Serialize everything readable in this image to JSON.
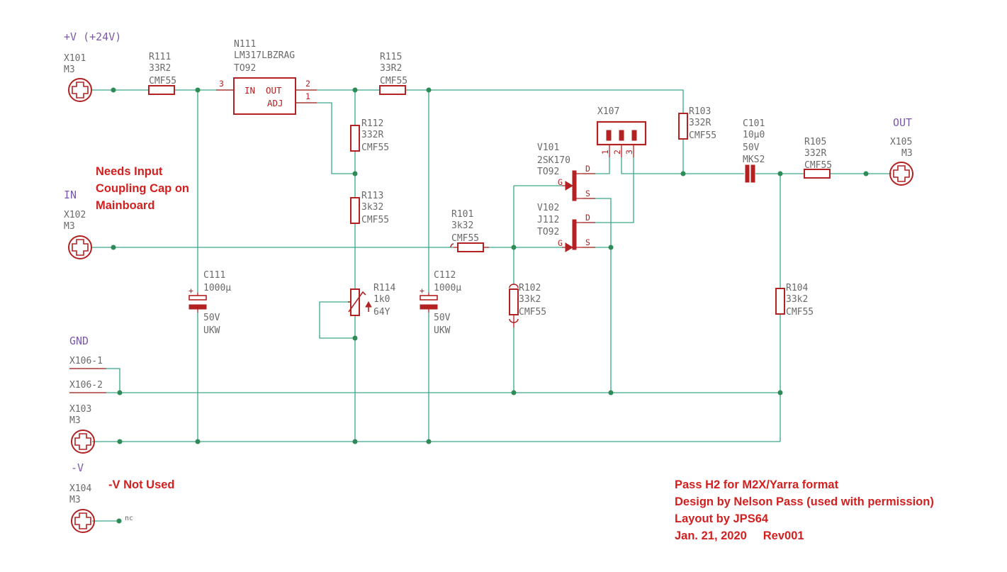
{
  "net_labels": {
    "vplus": "+V (+24V)",
    "in": "IN",
    "gnd": "GND",
    "vminus": "-V",
    "out": "OUT"
  },
  "connectors": {
    "x101": {
      "ref": "X101",
      "value": "M3"
    },
    "x102": {
      "ref": "X102",
      "value": "M3"
    },
    "x103": {
      "ref": "X103",
      "value": "M3"
    },
    "x104": {
      "ref": "X104",
      "value": "M3"
    },
    "x105": {
      "ref": "X105",
      "value": "M3"
    },
    "x106_1": "X106-1",
    "x106_2": "X106-2",
    "x107": "X107",
    "x107_pins": [
      "1",
      "2",
      "3"
    ]
  },
  "regulator": {
    "ref": "N111",
    "value": "LM317LBZRAG",
    "package": "TO92",
    "in_label": "IN",
    "out_label": "OUT",
    "adj_label": "ADJ",
    "pin_in": "3",
    "pin_out": "2",
    "pin_adj": "1"
  },
  "resistors": {
    "r111": {
      "ref": "R111",
      "value": "33R2",
      "type": "CMF55"
    },
    "r115": {
      "ref": "R115",
      "value": "33R2",
      "type": "CMF55"
    },
    "r112": {
      "ref": "R112",
      "value": "332R",
      "type": "CMF55"
    },
    "r113": {
      "ref": "R113",
      "value": "3k32",
      "type": "CMF55"
    },
    "r114": {
      "ref": "R114",
      "value": "1k0",
      "type": "64Y"
    },
    "r101": {
      "ref": "R101",
      "value": "3k32",
      "type": "CMF55"
    },
    "r102": {
      "ref": "R102",
      "value": "33k2",
      "type": "CMF55"
    },
    "r103": {
      "ref": "R103",
      "value": "332R",
      "type": "CMF55"
    },
    "r104": {
      "ref": "R104",
      "value": "33k2",
      "type": "CMF55"
    },
    "r105": {
      "ref": "R105",
      "value": "332R",
      "type": "CMF55"
    }
  },
  "capacitors": {
    "c111": {
      "ref": "C111",
      "value": "1000µ",
      "voltage": "50V",
      "type": "UKW"
    },
    "c112": {
      "ref": "C112",
      "value": "1000µ",
      "voltage": "50V",
      "type": "UKW"
    },
    "c101": {
      "ref": "C101",
      "value": "10µ0",
      "voltage": "50V",
      "type": "MKS2"
    }
  },
  "transistors": {
    "v101": {
      "ref": "V101",
      "value": "2SK170",
      "package": "TO92"
    },
    "v102": {
      "ref": "V102",
      "value": "J112",
      "package": "TO92"
    },
    "pin_d": "D",
    "pin_g": "G",
    "pin_s": "S"
  },
  "nc_label": "nc",
  "notes": {
    "input_cap": [
      "Needs Input",
      "Coupling Cap on",
      "Mainboard"
    ],
    "v_not_used": "-V Not Used",
    "credits": [
      "Pass H2 for M2X/Yarra format",
      "Design by Nelson Pass (used with permission)",
      "Layout by JPS64",
      "Jan. 21, 2020     Rev001"
    ]
  },
  "colors": {
    "wire": "#3aa889",
    "part": "#b22222",
    "note": "#d21f1f",
    "net_label": "#7b5aa6"
  }
}
